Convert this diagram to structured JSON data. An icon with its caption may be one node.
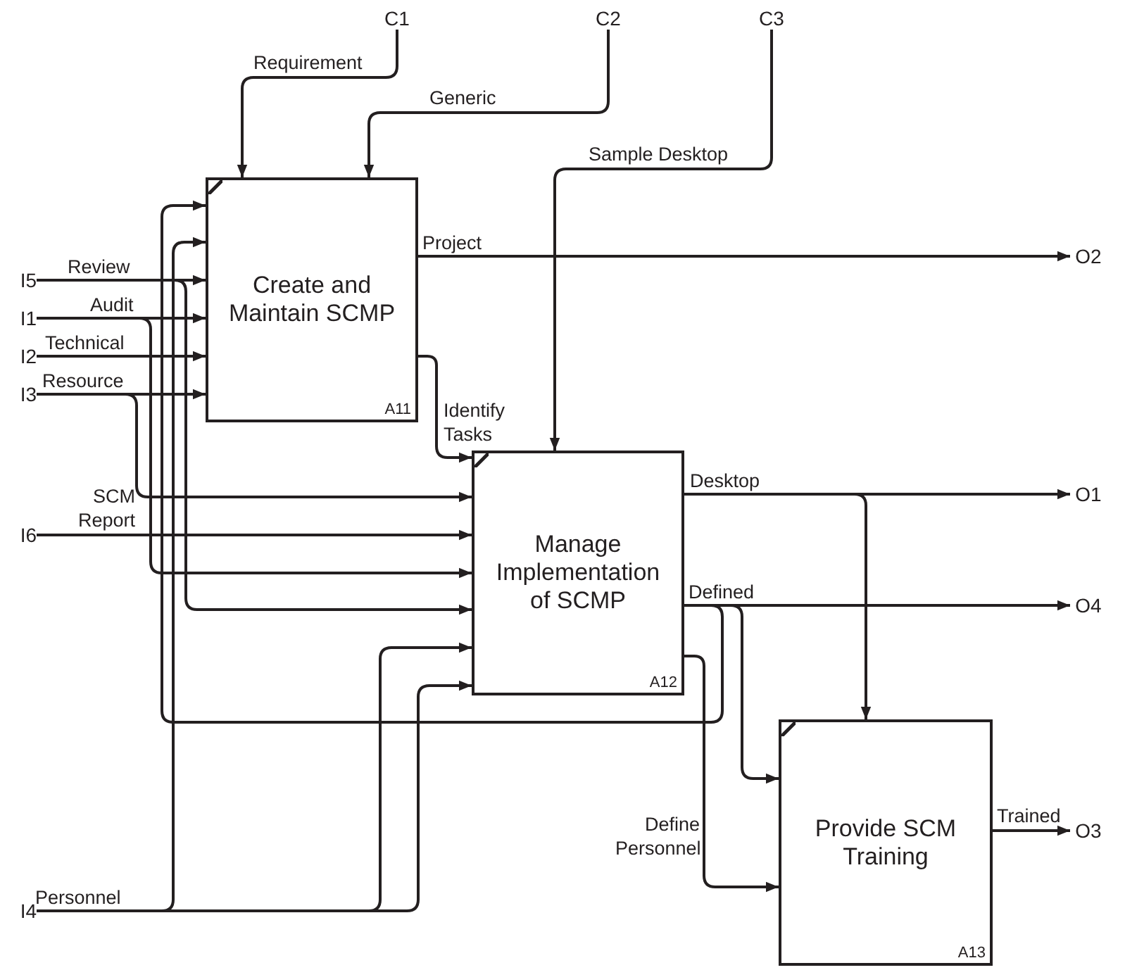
{
  "diagram": {
    "nodes": [
      {
        "text": [
          "C1"
        ]
      },
      {
        "text": [
          "C2"
        ]
      },
      {
        "text": [
          "C3"
        ]
      },
      {
        "text": [
          "Create and Maintain SCMP",
          "A11"
        ]
      },
      {
        "text": [
          "O2"
        ]
      },
      {
        "text": [
          "I5"
        ]
      },
      {
        "text": [
          "I1"
        ]
      },
      {
        "text": [
          "I2"
        ]
      },
      {
        "text": [
          "I3"
        ]
      },
      {
        "text": [
          "Manage Implementation of SCMP",
          "A12"
        ]
      },
      {
        "text": [
          "O1"
        ]
      },
      {
        "text": [
          "I6"
        ]
      },
      {
        "text": [
          "O4"
        ]
      },
      {
        "text": [
          "Provide SCM Training",
          "A13"
        ]
      },
      {
        "text": [
          "O3"
        ]
      },
      {
        "text": [
          "I4"
        ]
      }
    ],
    "edges": [
      {
        "from": 0,
        "to": 3,
        "arrow": "to",
        "label": "Requirement"
      },
      {
        "from": 1,
        "to": 3,
        "arrow": "to",
        "label": "Generic"
      },
      {
        "from": 2,
        "to": 9,
        "arrow": "to",
        "label": "Sample Desktop"
      },
      {
        "from": 5,
        "to": 3,
        "arrow": "to",
        "label": "Review"
      },
      {
        "from": 5,
        "to": 9,
        "arrow": "to"
      },
      {
        "from": 6,
        "to": 3,
        "arrow": "to",
        "label": "Audit"
      },
      {
        "from": 6,
        "to": 9,
        "arrow": "to"
      },
      {
        "from": 7,
        "to": 3,
        "arrow": "to",
        "label": "Technical"
      },
      {
        "from": 8,
        "to": 3,
        "arrow": "to",
        "label": "Resource"
      },
      {
        "from": 8,
        "to": 9,
        "arrow": "to"
      },
      {
        "from": 11,
        "to": 9,
        "arrow": "to",
        "label": "SCM Report"
      },
      {
        "from": 15,
        "to": 3,
        "arrow": "to",
        "label": "Personnel"
      },
      {
        "from": 15,
        "to": 9,
        "arrow": "to"
      },
      {
        "from": 15,
        "to": 9,
        "arrow": "to"
      },
      {
        "from": 3,
        "to": 4,
        "arrow": "to",
        "label": "Project"
      },
      {
        "from": 3,
        "to": 9,
        "arrow": "to",
        "label": "Identify Tasks"
      },
      {
        "from": 9,
        "to": 10,
        "arrow": "to",
        "label": "Desktop"
      },
      {
        "from": 9,
        "to": 13,
        "arrow": "to"
      },
      {
        "from": 9,
        "to": 12,
        "arrow": "to",
        "label": "Defined"
      },
      {
        "from": 9,
        "to": 3,
        "arrow": "to"
      },
      {
        "from": 9,
        "to": 13,
        "arrow": "to"
      },
      {
        "from": 9,
        "to": 13,
        "arrow": "to",
        "label": "Define Personnel"
      },
      {
        "from": 13,
        "to": 14,
        "arrow": "to",
        "label": "Trained"
      }
    ]
  }
}
